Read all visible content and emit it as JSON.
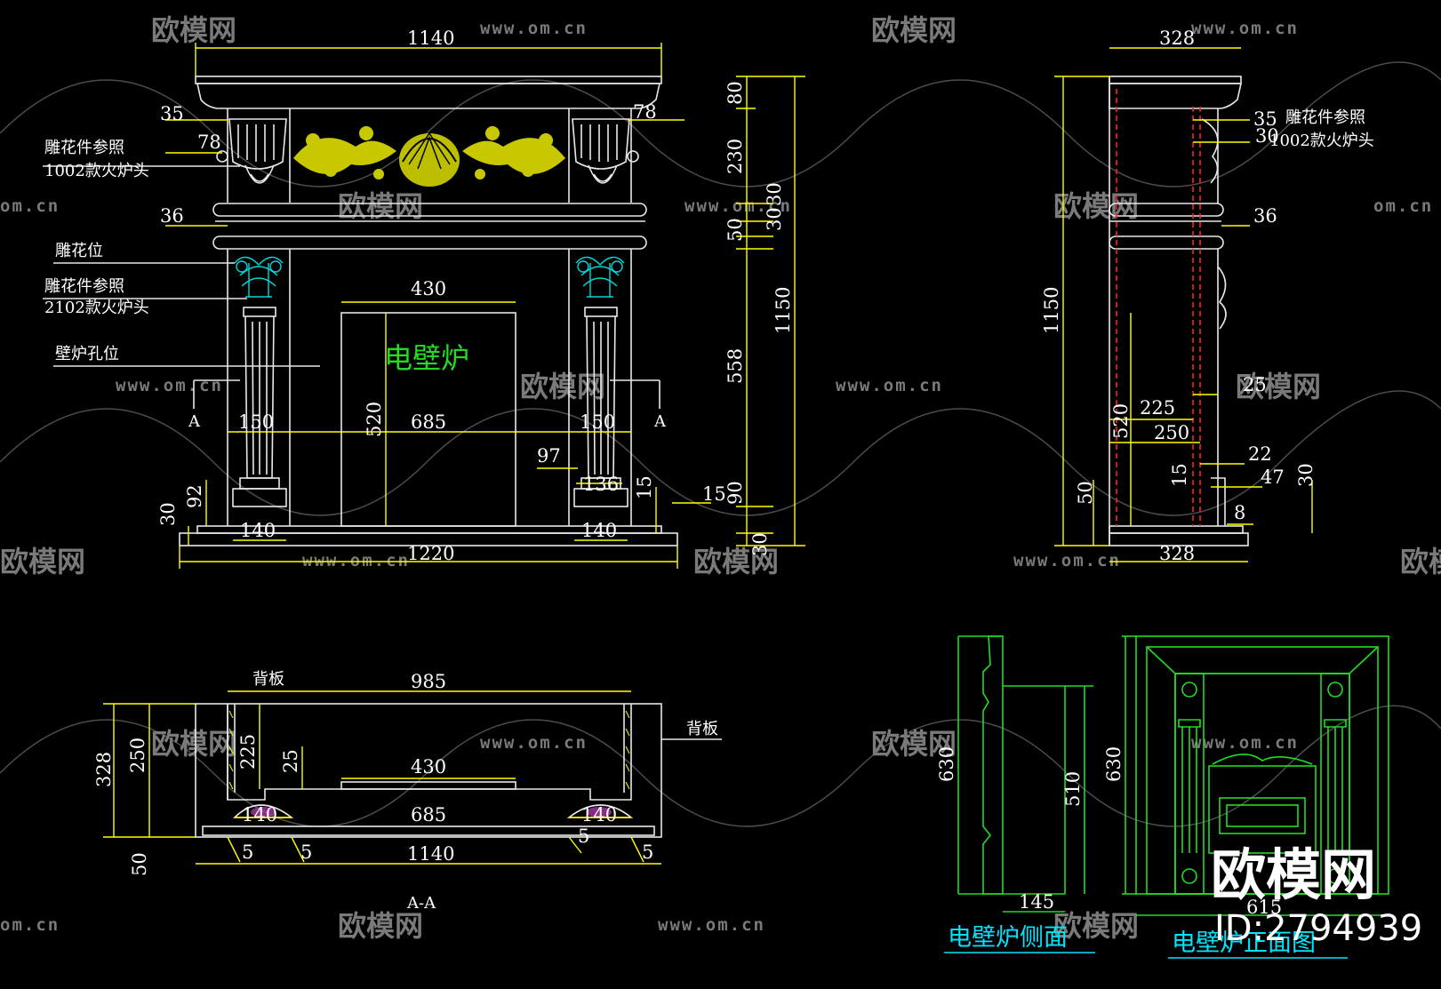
{
  "front_view": {
    "dims": {
      "width_top": "1140",
      "d35": "35",
      "d78_left": "78",
      "d78_right": "78",
      "d36": "36",
      "d430": "430",
      "d150_left": "150",
      "d685": "685",
      "d150_right": "150",
      "d520": "520",
      "d97": "97",
      "d136": "136",
      "d92": "92",
      "d30_left": "30",
      "d140_left": "140",
      "d140_right": "140",
      "d1220": "1220",
      "d15": "15",
      "d15_right": "15",
      "v80": "80",
      "v230": "230",
      "v30a": "30",
      "v30b": "30",
      "v50": "50",
      "v558": "558",
      "v1150": "1150",
      "v90": "90",
      "v30c": "30"
    },
    "notes": {
      "carving_ref_1_line1": "雕花件参照",
      "carving_ref_1_line2": "1002款火炉头",
      "carving_position": "雕花位",
      "carving_ref_2_line1": "雕花件参照",
      "carving_ref_2_line2": "2102款火炉头",
      "firebox_opening": "壁炉孔位",
      "section_mark_left": "A",
      "section_mark_right": "A"
    },
    "center_label": "电壁炉"
  },
  "side_view": {
    "dims": {
      "d328_top": "328",
      "d35": "35",
      "d30": "30",
      "d36": "36",
      "v1150": "1150",
      "d25": "25",
      "d225": "225",
      "d250": "250",
      "v520": "520",
      "d22": "22",
      "d15": "15",
      "d47": "47",
      "v30": "30",
      "d8": "8",
      "v50": "50",
      "d328_bottom": "328"
    },
    "notes": {
      "carving_ref_line1": "雕花件参照",
      "carving_ref_line2": "1002款火炉头"
    }
  },
  "plan_view": {
    "dims": {
      "d985": "985",
      "v328": "328",
      "v250": "250",
      "v225": "225",
      "v25": "25",
      "d430": "430",
      "d140_left": "140",
      "d685": "685",
      "d140_right": "140",
      "v50": "50",
      "d5_a": "5",
      "d5_b": "5",
      "d5_c": "5",
      "d5_d": "5",
      "d1140": "1140"
    },
    "notes": {
      "back_panel_left": "背板",
      "back_panel_right": "背板"
    },
    "section_title": "A-A"
  },
  "insert_side": {
    "dims": {
      "v630": "630",
      "v510": "510",
      "d145": "145"
    },
    "title": "电壁炉侧面"
  },
  "insert_front": {
    "dims": {
      "v630": "630",
      "d615": "615"
    },
    "title": "电壁炉正面图"
  },
  "watermark": {
    "brand": "欧模网",
    "url": "www.om.cn",
    "url_short": "om.cn",
    "corner_brand": "欧模网",
    "corner_id": "ID:2794939"
  },
  "colors": {
    "background": "#000000",
    "lines": "#e8e8e8",
    "dimension_lines": "#ffff00",
    "insert_lines": "#22dd22",
    "ornament": "#c8c800",
    "capital": "#00d8d8",
    "hidden_line": "#ff2020"
  }
}
